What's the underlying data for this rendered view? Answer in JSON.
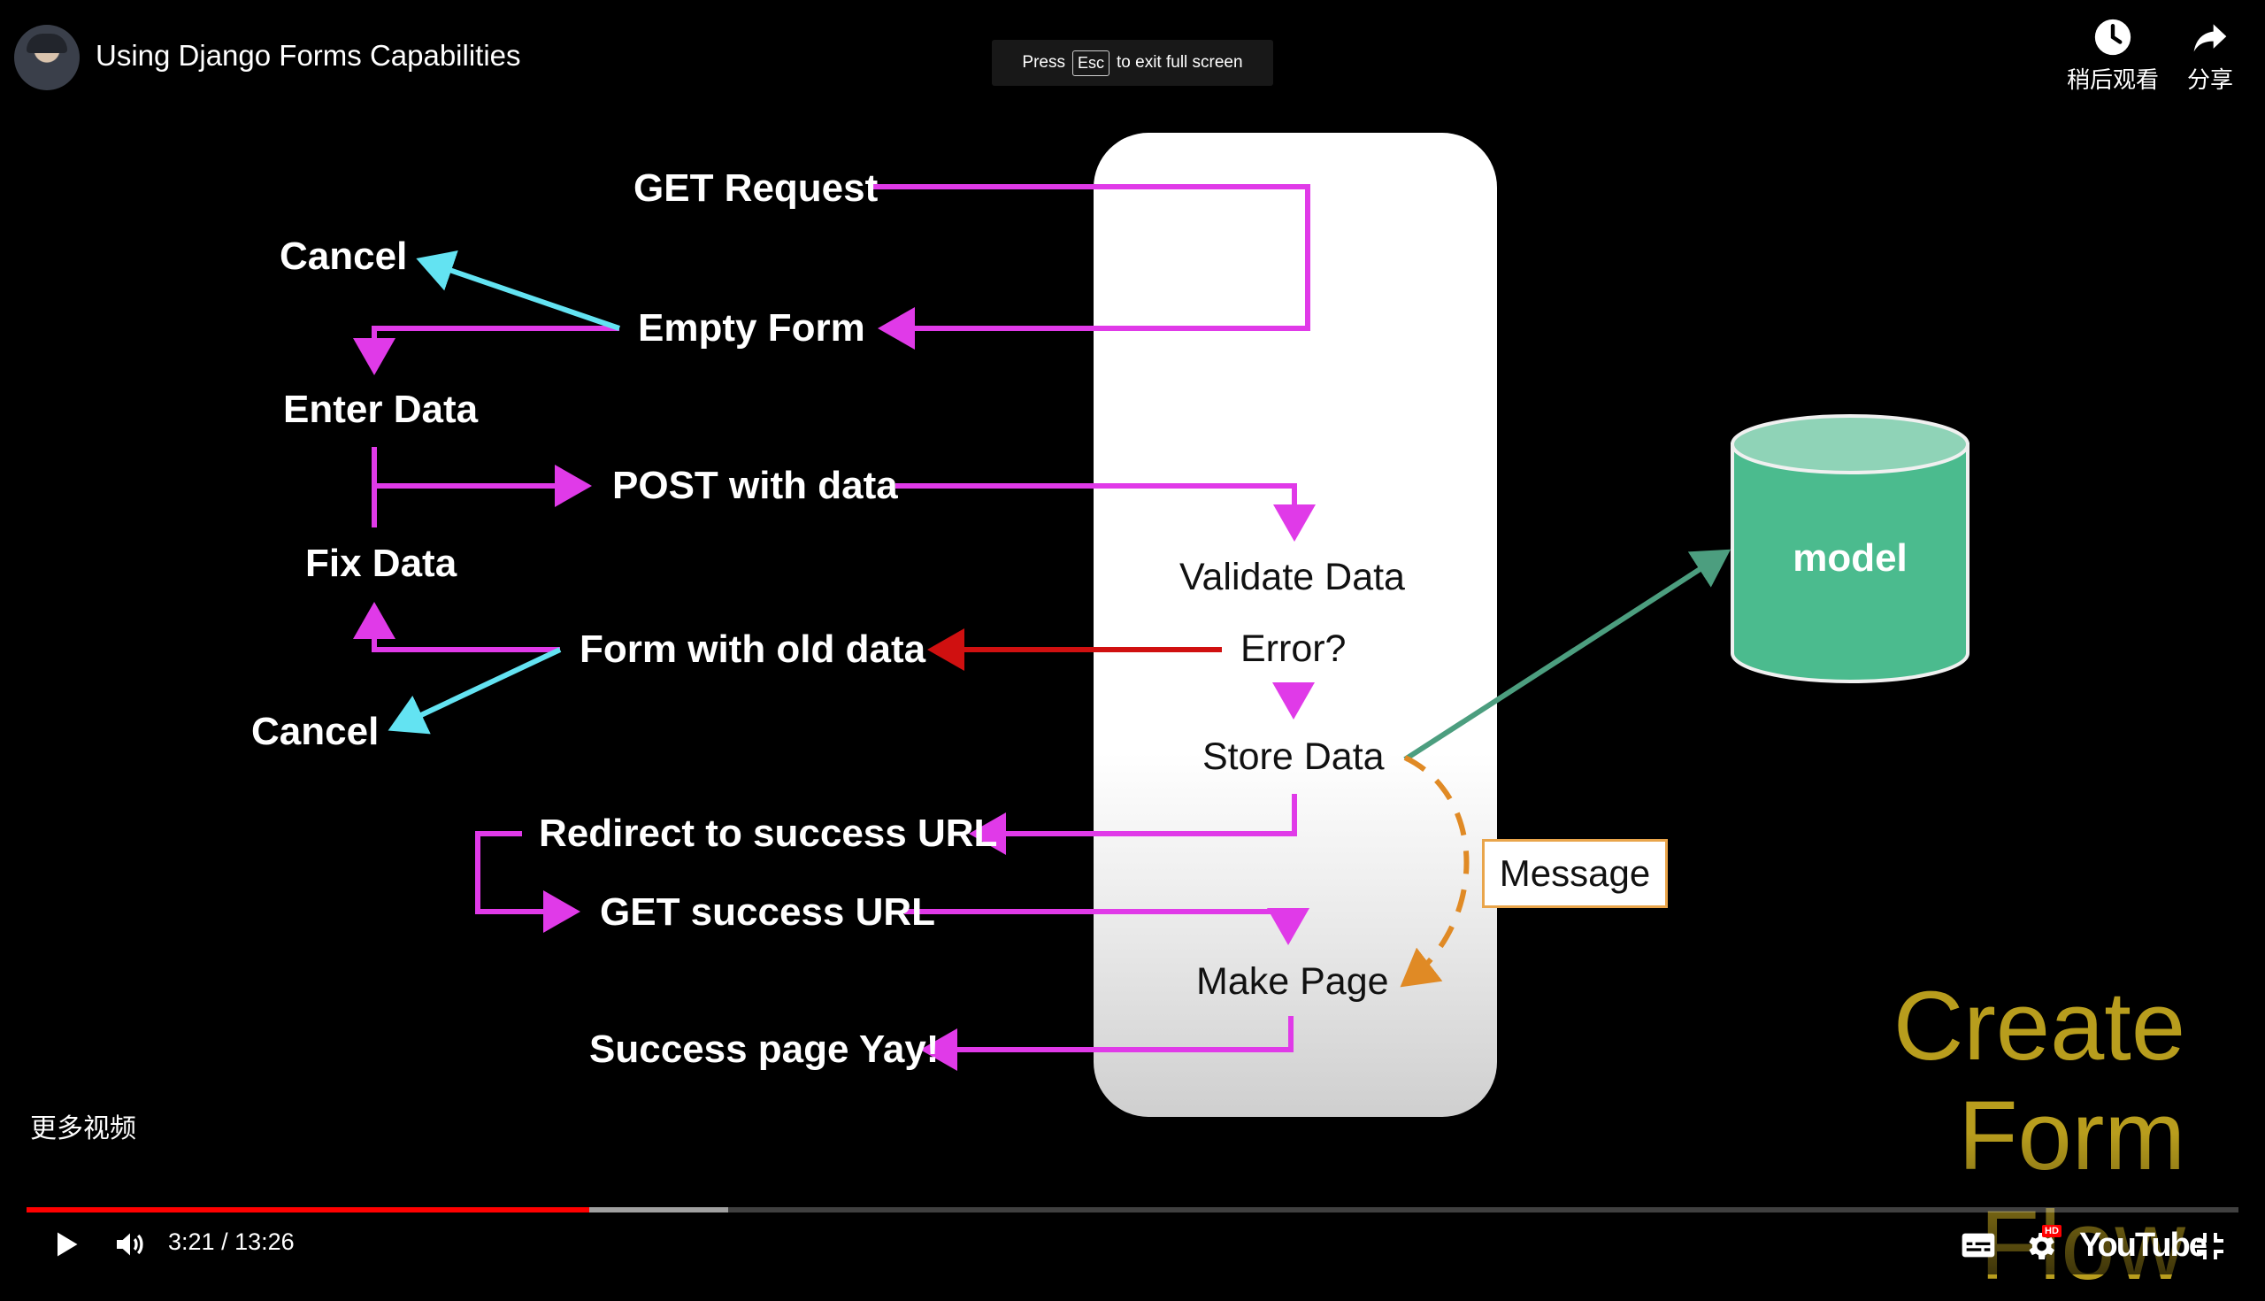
{
  "header": {
    "video_title": "Using Django Forms Capabilities",
    "esc_toast": {
      "before": "Press",
      "key": "Esc",
      "after": "to exit full screen"
    },
    "watch_later_label": "稍后观看",
    "share_label": "分享"
  },
  "slide": {
    "left_labels": {
      "get_request": "GET Request",
      "cancel_top": "Cancel",
      "empty_form": "Empty Form",
      "enter_data": "Enter Data",
      "post_with_data": "POST with data",
      "fix_data": "Fix Data",
      "form_with_old_data": "Form with old data",
      "cancel_bottom": "Cancel",
      "redirect": "Redirect to success URL",
      "get_success": "GET success URL",
      "success_page": "Success page Yay!"
    },
    "center_labels": {
      "validate": "Validate Data",
      "error": "Error?",
      "store": "Store Data",
      "make_page": "Make Page"
    },
    "message": "Message",
    "model": "model",
    "title_line1": "Create Form",
    "title_line2": "Flow",
    "colors": {
      "magenta": "#e03ae8",
      "cyan": "#63e3f2",
      "red": "#d01010",
      "orange": "#e08a25",
      "teal": "#4c9e7f",
      "model": "#4bbb8e",
      "title": "#b89d1d"
    }
  },
  "overlay": {
    "more_videos": "更多视频"
  },
  "controls": {
    "time_current": "3:21",
    "time_total": "13:26",
    "time_separator": "/",
    "progress": 0.2544,
    "buffered": 0.317,
    "youtube": "YouTube",
    "hd_badge": "HD",
    "icons": [
      "play-icon",
      "volume-icon",
      "subtitles-icon",
      "settings-icon",
      "exit-fullscreen-icon",
      "watch-later-icon",
      "share-icon"
    ]
  }
}
